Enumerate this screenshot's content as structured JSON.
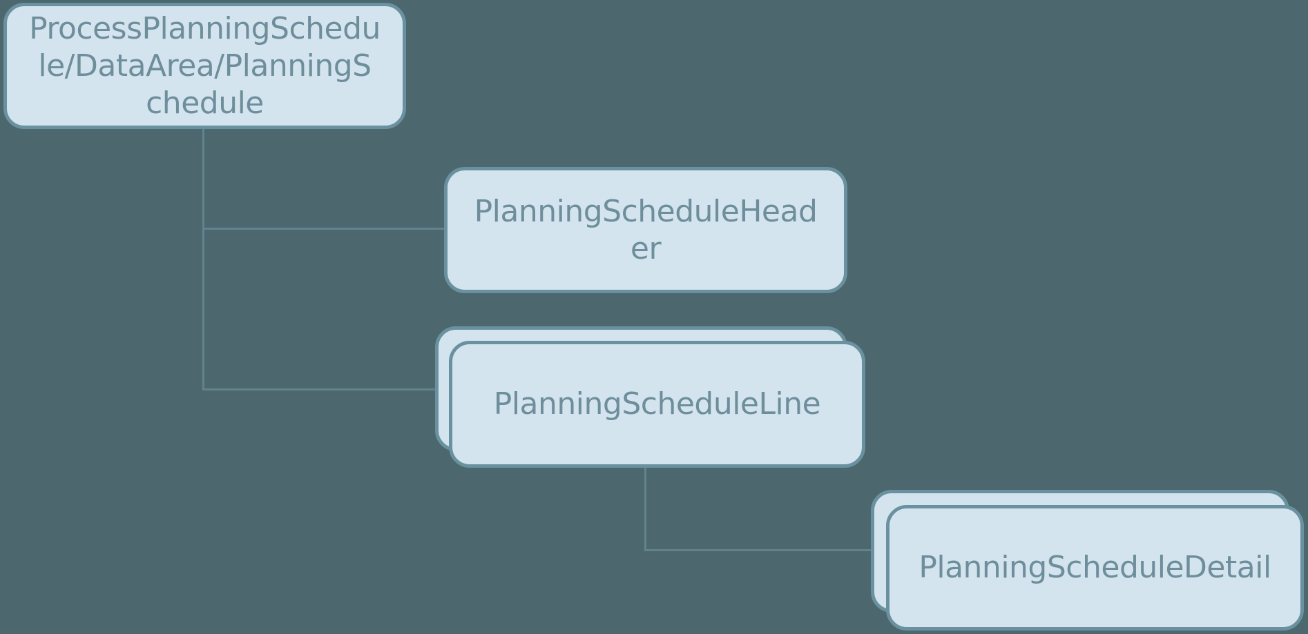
{
  "palette": {
    "background": "#4c676d",
    "node_fill": "#d3e4ee",
    "node_border": "#6a91a0",
    "node_text": "#6e8e9c",
    "connector": "#61838e"
  },
  "diagram": {
    "type": "hierarchy-tree",
    "boxes": {
      "root": {
        "label": "ProcessPlanningSchedule/DataArea/PlanningSchedule",
        "lines": [
          "ProcessPlanningSchedu",
          "le/DataArea/PlanningS",
          "chedule"
        ],
        "stacked": false
      },
      "header": {
        "label": "PlanningScheduleHeader",
        "lines": [
          "PlanningScheduleHead",
          "er"
        ],
        "stacked": false
      },
      "line": {
        "label": "PlanningScheduleLine",
        "lines": [
          "PlanningScheduleLine"
        ],
        "stacked": true
      },
      "detail": {
        "label": "PlanningScheduleDetail",
        "lines": [
          "PlanningScheduleDetail"
        ],
        "stacked": true
      }
    },
    "edges": [
      {
        "from": "ProcessPlanningSchedule/DataArea/PlanningSchedule",
        "to": "PlanningScheduleHeader"
      },
      {
        "from": "ProcessPlanningSchedule/DataArea/PlanningSchedule",
        "to": "PlanningScheduleLine"
      },
      {
        "from": "PlanningScheduleLine",
        "to": "PlanningScheduleDetail"
      }
    ]
  }
}
